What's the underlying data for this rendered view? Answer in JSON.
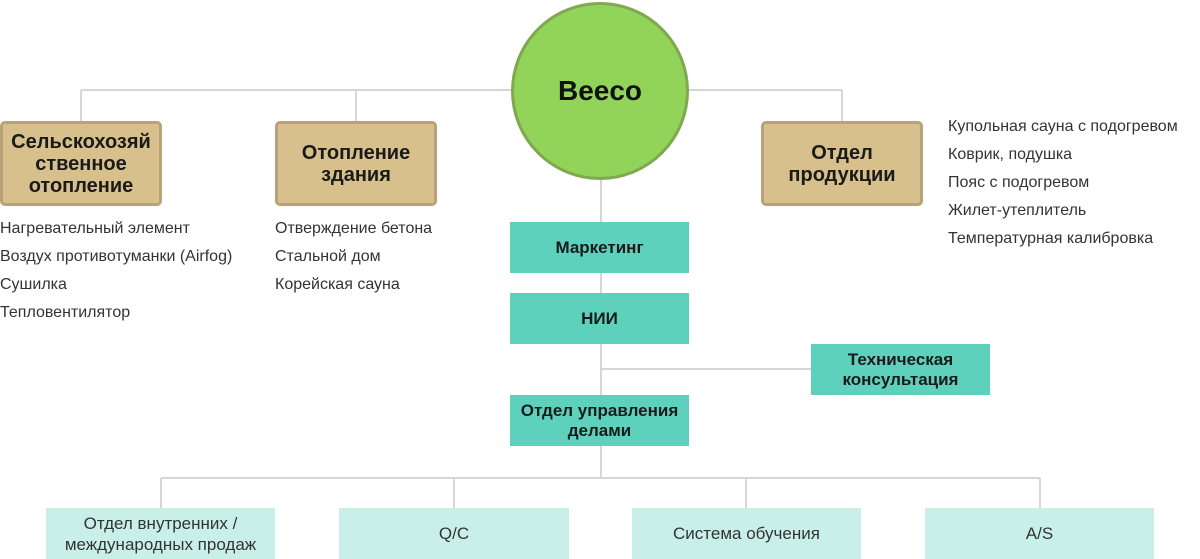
{
  "root": {
    "label": "Beeco",
    "color": "#92d35a"
  },
  "divisions": [
    {
      "key": "agri",
      "label_lines": [
        "Сельскохозяй",
        "ственное",
        "отопление"
      ],
      "items": [
        "Нагревательный элемент",
        "Воздух противотуманки (Airfog)",
        "Сушилка",
        "Тепловентилятор"
      ]
    },
    {
      "key": "building",
      "label_lines": [
        "Отопление",
        "здания"
      ],
      "items": [
        "Отверждение бетона",
        "Стальной дом",
        "Корейская сауна"
      ]
    },
    {
      "key": "products",
      "label_lines": [
        "Отдел",
        "продукции"
      ],
      "items": [
        "Купольная сауна с подогревом",
        "Коврик, подушка",
        "Пояс с подогревом",
        "Жилет-утеплитель",
        "Температурная калибровка"
      ]
    }
  ],
  "units": {
    "marketing": "Маркетинг",
    "research": "НИИ",
    "tech_consulting_lines": [
      "Техническая",
      "консультация"
    ],
    "management_lines": [
      "Отдел управления",
      "делами"
    ]
  },
  "departments": [
    {
      "label_lines": [
        "Отдел внутренних /",
        "международных продаж"
      ]
    },
    {
      "label_lines": [
        "Q/C"
      ]
    },
    {
      "label_lines": [
        "Система обучения"
      ]
    },
    {
      "label_lines": [
        "A/S"
      ]
    }
  ],
  "colors": {
    "root_fill": "#92d35a",
    "division_fill": "#d8c08d",
    "unit_fill": "#5ed1bd",
    "department_fill": "#c8f0e8",
    "connector": "#d6d6d6"
  }
}
